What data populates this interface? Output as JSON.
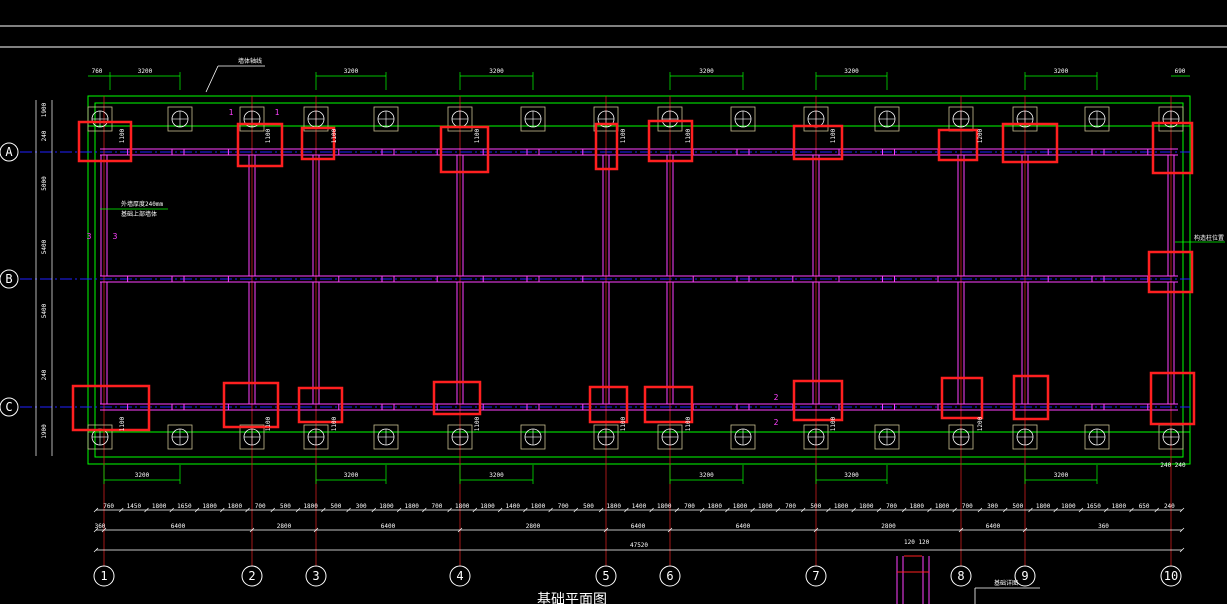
{
  "colors": {
    "background": "#000000",
    "frame": "#ffffff",
    "wall": "#ff40ff",
    "footing": "#00ff00",
    "axis": "#2020ff",
    "highlight": "#ff2020",
    "column": "#c8c090",
    "dimension": "#ffffff"
  },
  "grid": {
    "columns": [
      "1",
      "2",
      "3",
      "4",
      "5",
      "6",
      "7",
      "8",
      "9",
      "10"
    ],
    "rows": [
      "A",
      "B",
      "C"
    ]
  },
  "dimensions": {
    "top_spans": [
      "3200",
      "3200",
      "3200",
      "3200",
      "3200",
      "3200"
    ],
    "top_left_edge": "760",
    "top_right_edge": "690",
    "bottom_spans": [
      "3200",
      "3200",
      "3200",
      "3200",
      "3200",
      "3200"
    ],
    "bottom_right_edge": "240 240",
    "detail_row": [
      "760",
      "1450",
      "1800",
      "1650",
      "1800",
      "1800",
      "700",
      "500",
      "1800",
      "500",
      "300",
      "1800",
      "1800",
      "700",
      "1800",
      "1800",
      "1400",
      "1800",
      "700",
      "500",
      "1800",
      "1400",
      "1800",
      "700",
      "1800",
      "1800",
      "1800",
      "700",
      "500",
      "1800",
      "1800",
      "700",
      "1800",
      "1800",
      "700",
      "300",
      "500",
      "1800",
      "1800",
      "1650",
      "1800",
      "650",
      "240"
    ],
    "bay_row": [
      "360",
      "6400",
      "2800",
      "6400",
      "2800",
      "6400",
      "6400",
      "2800",
      "6400",
      "360"
    ],
    "overall": "47520",
    "left_chain": [
      "1900",
      "240",
      "5000",
      "5400",
      "5400",
      "240",
      "1900"
    ],
    "footing_widths": [
      "1100",
      "1100",
      "1100",
      "1100",
      "1100",
      "1100",
      "1100",
      "1200"
    ],
    "small_marks": [
      "1",
      "1",
      "3",
      "3",
      "2",
      "2"
    ],
    "stair_dims": "120 120"
  },
  "notes": {
    "top_leader": "墙体轴线",
    "left_note_1": "外墙厚度240mm",
    "left_note_2": "基础上部墙体",
    "right_note": "构造柱位置"
  },
  "title": "基础平面图",
  "bottom_right_box": "基础详图"
}
